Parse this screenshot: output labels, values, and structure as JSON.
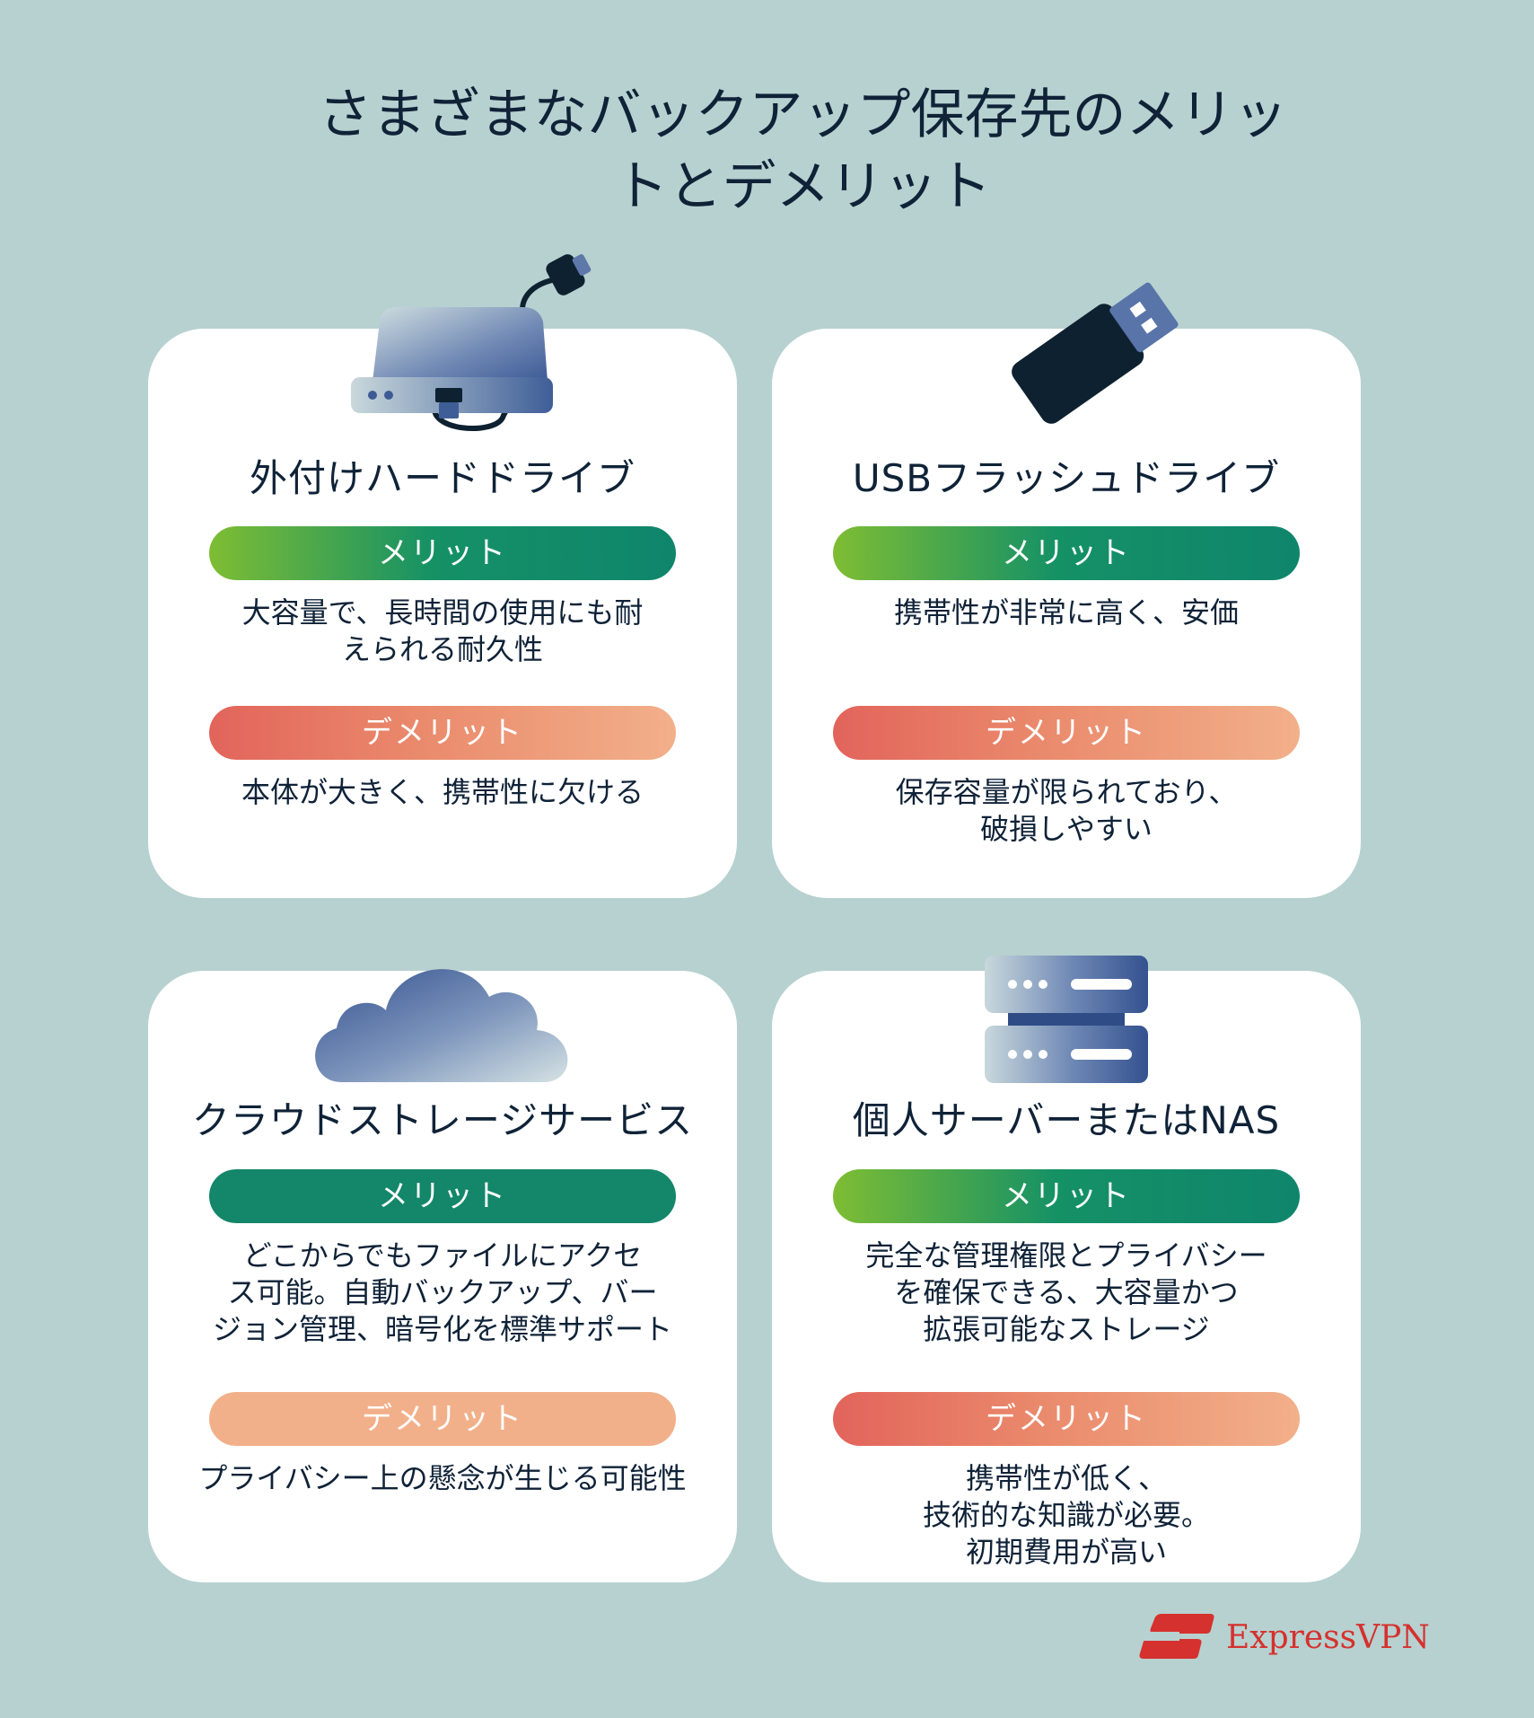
{
  "title": {
    "line1": "さまざまなバックアップ保存先のメリッ",
    "line2": "トとデメリット"
  },
  "cards": [
    {
      "name": "外付けハードドライブ",
      "icon": "external-hard-drive-icon",
      "merit_label": "メリット",
      "merit_lines": [
        "大容量で、長時間の使用にも耐",
        "えられる耐久性"
      ],
      "demerit_label": "デメリット",
      "demerit_lines": [
        "本体が大きく、携帯性に欠ける"
      ]
    },
    {
      "name": "USBフラッシュドライブ",
      "icon": "usb-flash-drive-icon",
      "merit_label": "メリット",
      "merit_lines": [
        "携帯性が非常に高く、安価"
      ],
      "demerit_label": "デメリット",
      "demerit_lines": [
        "保存容量が限られており、",
        "破損しやすい"
      ]
    },
    {
      "name": "クラウドストレージサービス",
      "icon": "cloud-icon",
      "merit_label": "メリット",
      "merit_lines": [
        "どこからでもファイルにアクセ",
        "ス可能。自動バックアップ、バー",
        "ジョン管理、暗号化を標準サポート"
      ],
      "demerit_label": "デメリット",
      "demerit_lines": [
        "プライバシー上の懸念が生じる可能性"
      ]
    },
    {
      "name": "個人サーバーまたはNAS",
      "icon": "server-icon",
      "merit_label": "メリット",
      "merit_lines": [
        "完全な管理権限とプライバシー",
        "を確保できる、大容量かつ",
        "拡張可能なストレージ"
      ],
      "demerit_label": "デメリット",
      "demerit_lines": [
        "携帯性が低く、",
        "技術的な知識が必要。",
        "初期費用が高い"
      ]
    }
  ],
  "logo": {
    "text": "ExpressVPN",
    "icon": "expressvpn-logo-icon"
  },
  "colors": {
    "background": "#b7d1d0",
    "card": "#ffffff",
    "text": "#0f2237",
    "merit_green": "#14866a",
    "merit_lime": "#7ebd33",
    "demerit_red": "#e2645b",
    "demerit_peach": "#f2b08a",
    "brand_red": "#d5312e",
    "icon_navy": "#3f5e98",
    "usb_dark": "#0e2130"
  }
}
